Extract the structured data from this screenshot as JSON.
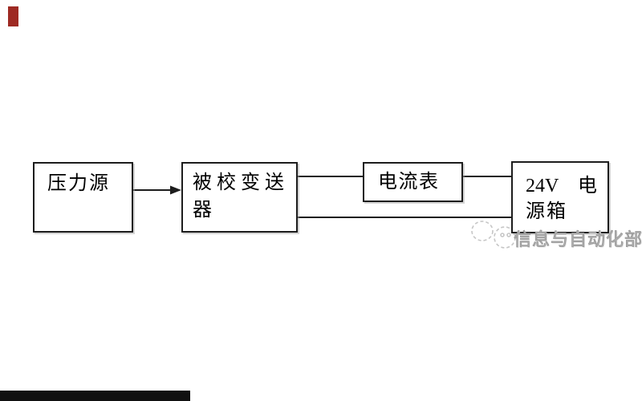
{
  "diagram": {
    "stroke_color": "#1d1d1d",
    "text_color": "#000000",
    "boxes": [
      {
        "name": "pressure-source",
        "lines": [
          "压力源"
        ]
      },
      {
        "name": "transmitter-under-test",
        "lines": [
          "被校变送",
          "器"
        ]
      },
      {
        "name": "ammeter",
        "lines": [
          "电流表"
        ]
      },
      {
        "name": "power-supply-24v",
        "lines": [
          "24V",
          "电",
          "源箱"
        ]
      }
    ]
  },
  "watermark": {
    "text": "信息与自动化部",
    "color": "#b3b3b3",
    "logo_icon": "watermark-logo-icon",
    "logo_color": "#c6c6c6"
  },
  "decorations": {
    "red_mark_color": "#9e2a23",
    "bottom_bar_color": "#111111"
  }
}
